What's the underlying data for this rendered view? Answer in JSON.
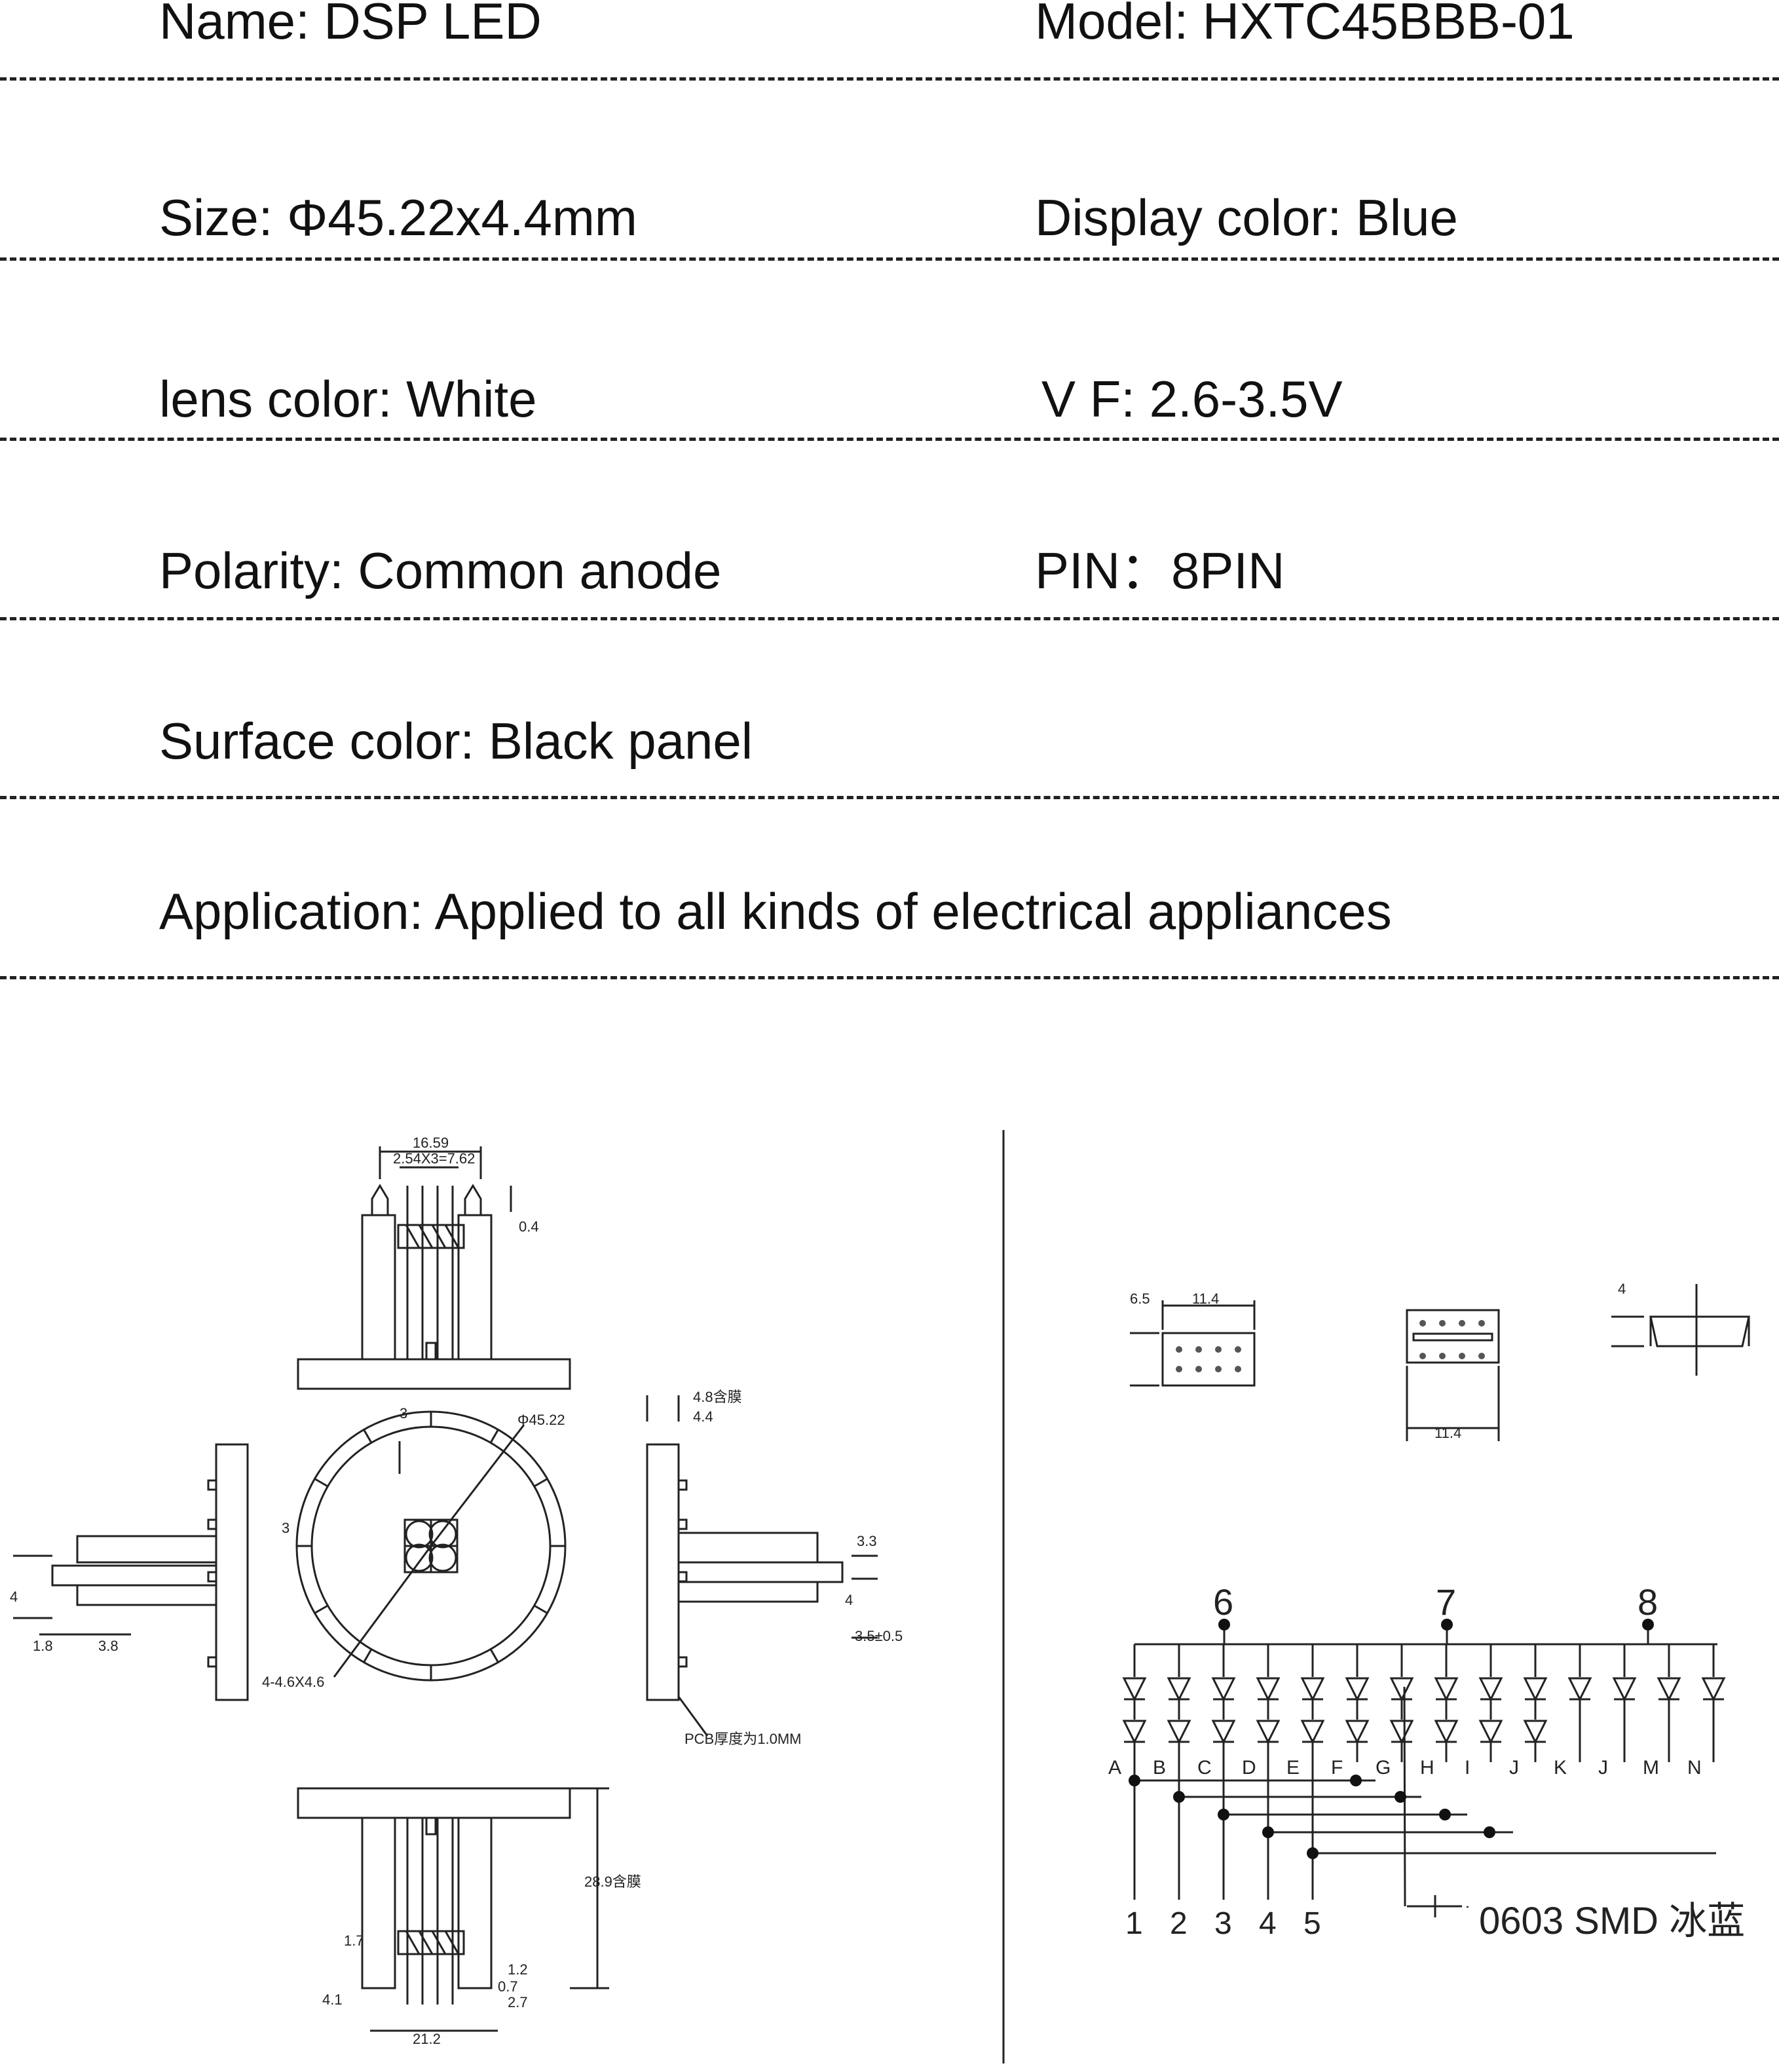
{
  "specs": {
    "name": "Name: DSP LED",
    "model": "Model: HXTC45BBB-01",
    "size": "Size: Φ45.22x4.4mm",
    "display_color": "Display color:  Blue",
    "lens_color": "lens color: White",
    "vf": "V F: 2.6-3.5V",
    "polarity": "Polarity: Common anode",
    "pin": "PIN：8PIN",
    "surface_color": "Surface color: Black panel",
    "application": "Application: Applied to all kinds of electrical appliances"
  },
  "mechanical": {
    "top_dims": [
      "16.59",
      "2.54X3=7.62",
      "0.4"
    ],
    "front_dims": [
      "3",
      "Φ45.22",
      "3",
      "4-4.6X4.6"
    ],
    "left_dims": [
      "4",
      "1.8",
      "3.8"
    ],
    "right_dims": [
      "4.8含膜",
      "4.4",
      "3.3",
      "4",
      "3.5±0.5",
      "PCB厚度为1.0MM"
    ],
    "bottom_dims": [
      "28.9含膜",
      "1.7",
      "4.1",
      "1.2",
      "0.7",
      "2.7",
      "21.2"
    ]
  },
  "connector": {
    "dims": [
      "6.5",
      "11.4",
      "11.4",
      "4"
    ]
  },
  "schematic": {
    "top_pins": [
      "6",
      "7",
      "8"
    ],
    "segment_labels": [
      "A",
      "B",
      "C",
      "D",
      "E",
      "F",
      "G",
      "H",
      "I",
      "J",
      "K",
      "J",
      "M",
      "N"
    ],
    "bottom_pins": [
      "1",
      "2",
      "3",
      "4",
      "5"
    ],
    "legend": "0603 SMD 冰蓝"
  },
  "colors": {
    "line": "#222222",
    "background": "#ffffff"
  }
}
